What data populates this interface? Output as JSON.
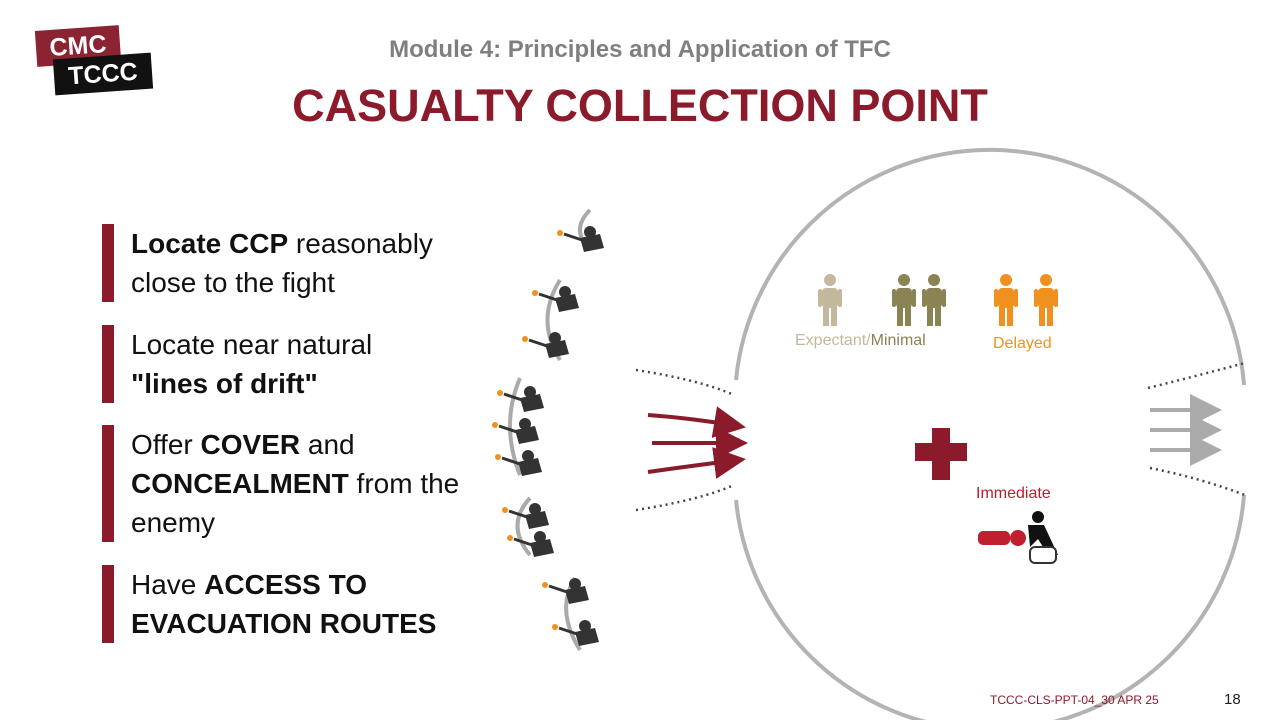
{
  "logo": {
    "line1": "CMC",
    "line2": "TCCC"
  },
  "header": {
    "subtitle": "Module 4: Principles and Application of TFC",
    "title": "CASUALTY COLLECTION POINT"
  },
  "bullets": [
    {
      "bold1": "Locate CCP",
      "text1": " reasonably close to the fight"
    },
    {
      "text1": "Locate near natural ",
      "bold1": "\"lines of drift\""
    },
    {
      "text1": "Offer ",
      "bold1": "COVER",
      "text2": " and ",
      "bold2": "CONCEALMENT",
      "text3": " from the enemy"
    },
    {
      "text1": "Have ",
      "bold1": "ACCESS TO EVACUATION ROUTES"
    }
  ],
  "diagram": {
    "expectant": "Expectant/",
    "minimal": "Minimal",
    "delayed": "Delayed",
    "immediate": "Immediate",
    "colors": {
      "expectant": "#c4b89c",
      "minimal": "#8a8455",
      "delayed": "#f0901e",
      "immediate": "#b5202e",
      "cross": "#8b1a2b"
    }
  },
  "footer": {
    "code": "TCCC-CLS-PPT-04_30 APR 25",
    "page": "18"
  }
}
